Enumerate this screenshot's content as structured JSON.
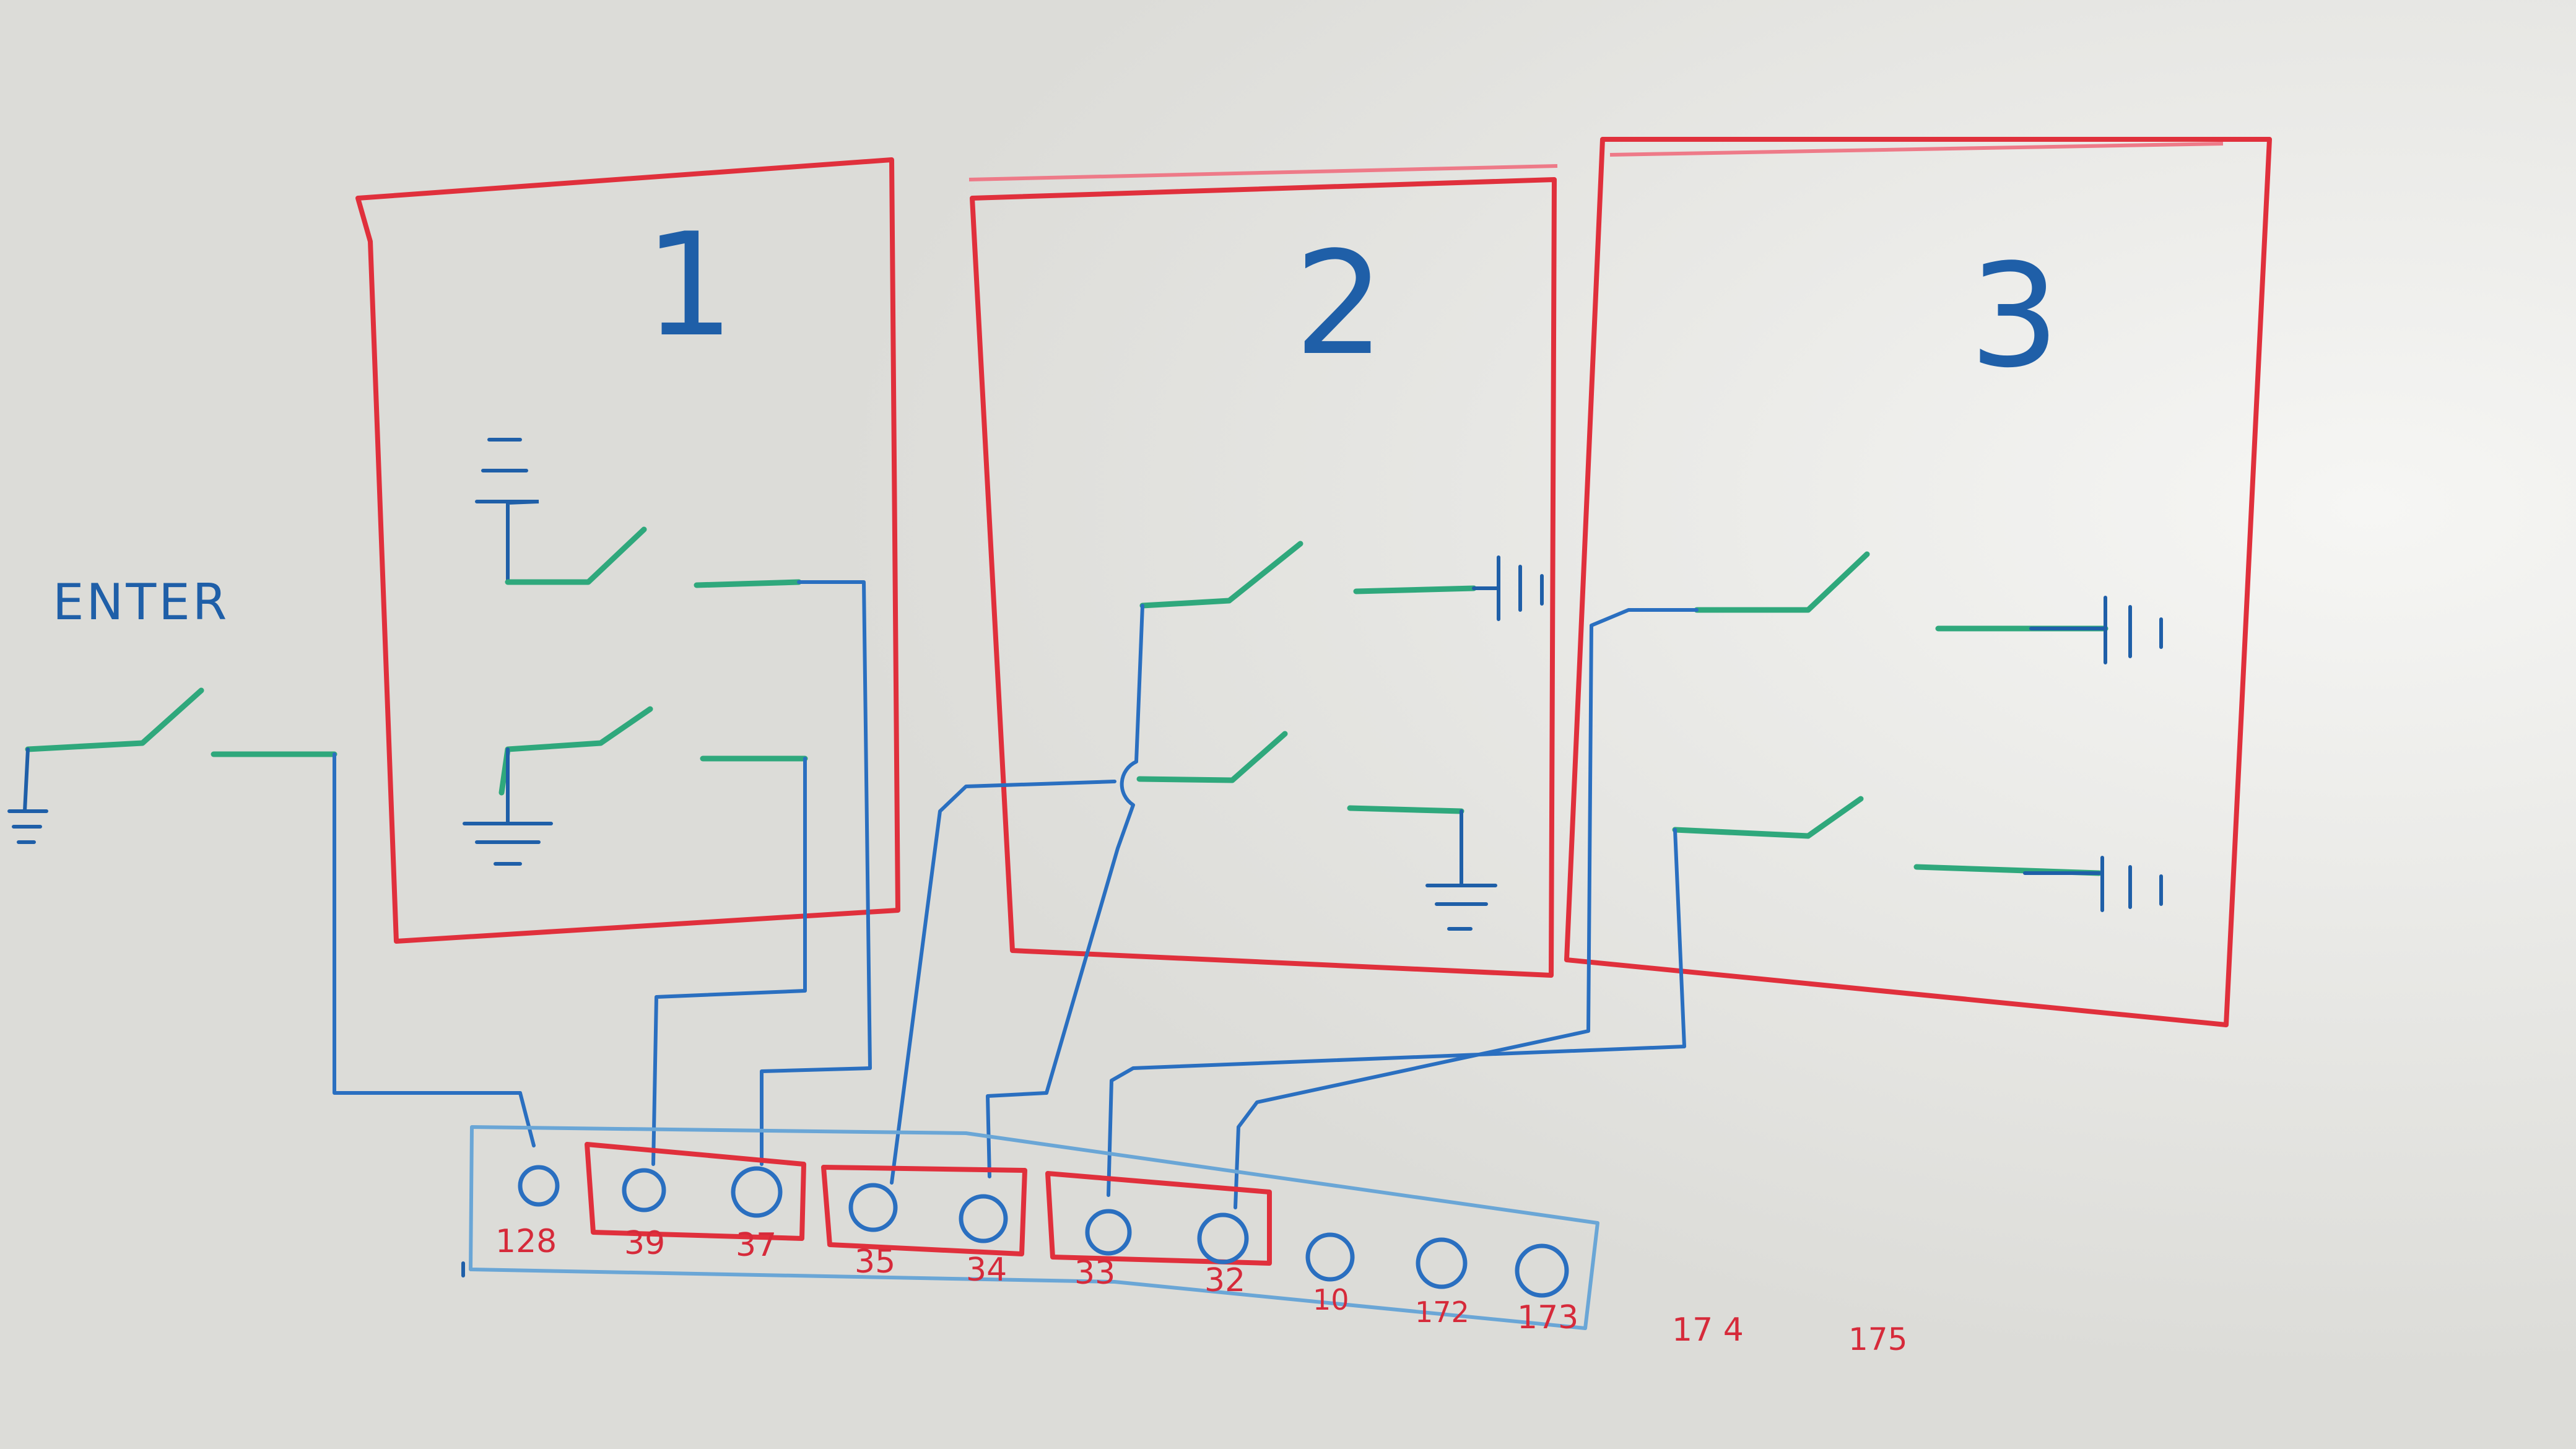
{
  "enter_label": "ENTER",
  "panels": [
    {
      "label": "1"
    },
    {
      "label": "2"
    },
    {
      "label": "3"
    }
  ],
  "connector": {
    "pins": [
      "128",
      "39",
      "37",
      "35",
      "34",
      "33",
      "32",
      "10",
      "172",
      "173"
    ],
    "extra_labels": [
      "17 4",
      "175"
    ]
  },
  "colors": {
    "board": "#dcdcd8",
    "red": "#e0303c",
    "blue": "#2a6fc0",
    "green": "#2fa87c"
  }
}
